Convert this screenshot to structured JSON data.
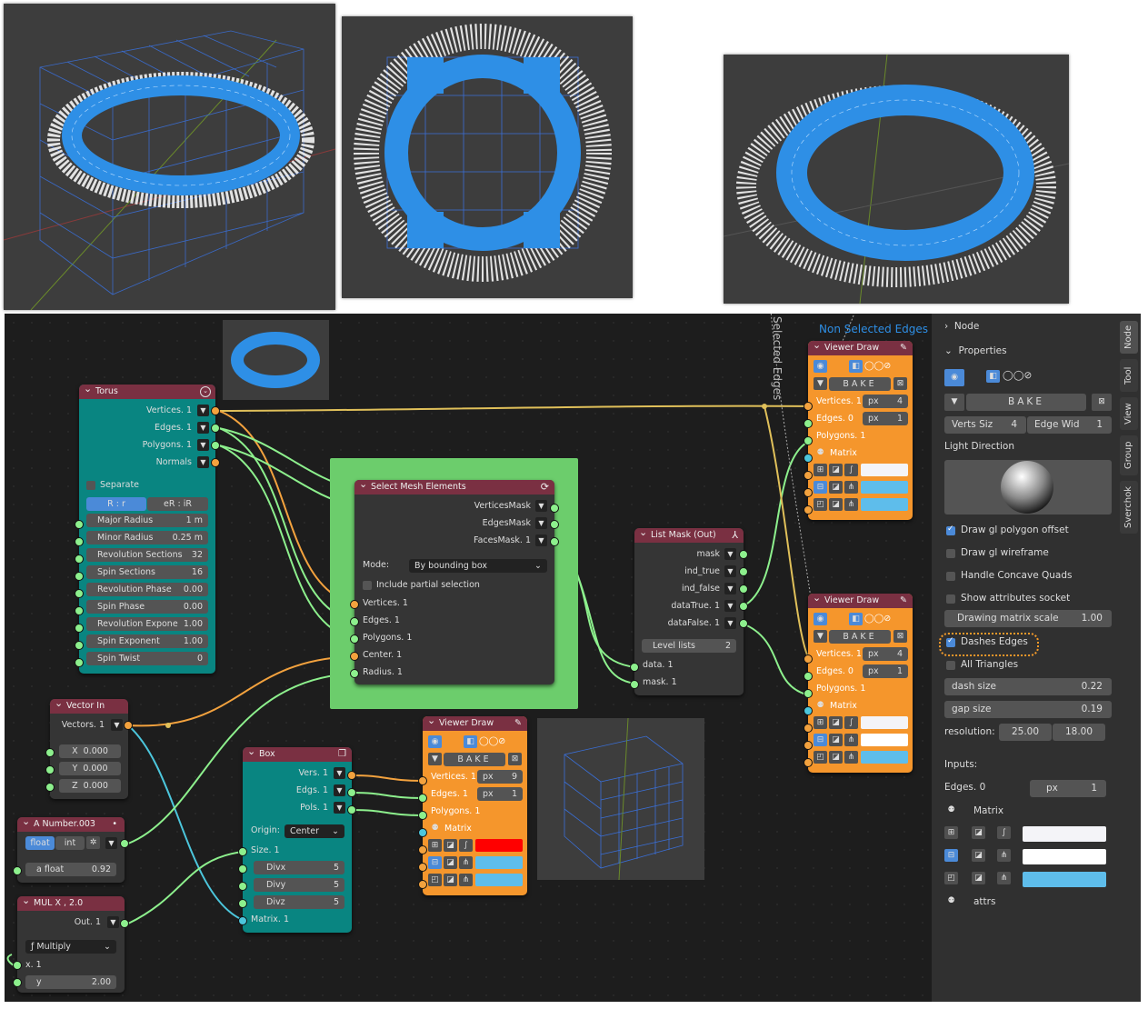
{
  "colors": {
    "node_teal": "#098581",
    "node_orange": "#f5962c",
    "node_dark": "#353535",
    "node_header": "#7a3042",
    "frame_green": "#6ccd6c",
    "mesh_blue": "#2e8fe6",
    "wire_green": "#8df08d",
    "wire_orange": "#f3a23e",
    "wire_yellow": "#e0c05a"
  },
  "annotations": {
    "non_selected": "Non Selected Edges",
    "selected": "Selected Edges"
  },
  "torus": {
    "title": "Torus",
    "outs": [
      "Vertices. 1",
      "Edges. 1",
      "Polygons. 1",
      "Normals"
    ],
    "separate": "Separate",
    "mode_r": "R : r",
    "mode_er": "eR : iR",
    "params": [
      {
        "l": "Major Radius",
        "v": "1 m"
      },
      {
        "l": "Minor Radius",
        "v": "0.25 m"
      },
      {
        "l": "Revolution Sections",
        "v": "32"
      },
      {
        "l": "Spin Sections",
        "v": "16"
      },
      {
        "l": "Revolution Phase",
        "v": "0.00"
      },
      {
        "l": "Spin Phase",
        "v": "0.00"
      },
      {
        "l": "Revolution Expone",
        "v": "1.00"
      },
      {
        "l": "Spin Exponent",
        "v": "1.00"
      },
      {
        "l": "Spin Twist",
        "v": "0"
      }
    ]
  },
  "select": {
    "title": "Select Mesh Elements",
    "outs": [
      "VerticesMask",
      "EdgesMask",
      "FacesMask. 1"
    ],
    "mode_label": "Mode:",
    "mode_value": "By bounding box",
    "partial": "Include partial selection",
    "ins": [
      "Vertices. 1",
      "Edges. 1",
      "Polygons. 1",
      "Center. 1",
      "Radius. 1"
    ]
  },
  "listmask": {
    "title": "List Mask (Out)",
    "outs": [
      "mask",
      "ind_true",
      "ind_false",
      "dataTrue. 1",
      "dataFalse. 1"
    ],
    "level_label": "Level lists",
    "level_value": "2",
    "ins": [
      "data. 1",
      "mask. 1"
    ]
  },
  "vectorin": {
    "title": "Vector In",
    "out": "Vectors. 1",
    "fields": [
      {
        "l": "X",
        "v": "0.000"
      },
      {
        "l": "Y",
        "v": "0.000"
      },
      {
        "l": "Z",
        "v": "0.000"
      }
    ]
  },
  "anumber": {
    "title": "A Number.003",
    "t_float": "float",
    "t_int": "int",
    "field_label": "a float",
    "field_value": "0.92"
  },
  "mul": {
    "title": "MUL X ,  2.0",
    "out": "Out. 1",
    "op": "Multiply",
    "in_x": "x. 1",
    "y_label": "y",
    "y_value": "2.00"
  },
  "box": {
    "title": "Box",
    "outs": [
      "Vers. 1",
      "Edgs. 1",
      "Pols. 1"
    ],
    "origin_label": "Origin:",
    "origin_value": "Center",
    "size": "Size. 1",
    "divs": [
      {
        "l": "Divx",
        "v": "5"
      },
      {
        "l": "Divy",
        "v": "5"
      },
      {
        "l": "Divz",
        "v": "5"
      }
    ],
    "matrix": "Matrix. 1"
  },
  "viewer_box": {
    "title": "Viewer Draw",
    "bake": "BAKE",
    "vert_label": "Vertices. 1",
    "vert_px": "px",
    "vert_val": "9",
    "edge_label": "Edges. 1",
    "edge_px": "px",
    "edge_val": "1",
    "poly_label": "Polygons. 1",
    "matrix": "Matrix"
  },
  "viewer_top": {
    "title": "Viewer Draw",
    "bake": "BAKE",
    "vert_label": "Vertices. 1",
    "vert_px": "px",
    "vert_val": "4",
    "edge_label": "Edges. 0",
    "edge_px": "px",
    "edge_val": "1",
    "poly_label": "Polygons. 1",
    "matrix": "Matrix"
  },
  "viewer_bot": {
    "title": "Viewer Draw",
    "bake": "BAKE",
    "vert_label": "Vertices. 1",
    "vert_px": "px",
    "vert_val": "4",
    "edge_label": "Edges. 0",
    "edge_px": "px",
    "edge_val": "1",
    "poly_label": "Polygons. 1",
    "matrix": "Matrix"
  },
  "panel": {
    "node": "Node",
    "properties": "Properties",
    "bake": "BAKE",
    "verts_label": "Verts Siz",
    "verts_val": "4",
    "edge_label": "Edge Wid",
    "edge_val": "1",
    "light": "Light Direction",
    "opts": [
      "Draw gl polygon offset",
      "Draw gl wireframe",
      "Handle Concave Quads",
      "Show attributes socket"
    ],
    "matrix_scale_label": "Drawing matrix scale",
    "matrix_scale_val": "1.00",
    "dashes": "Dashes Edges",
    "all_tri": "All Triangles",
    "dash_label": "dash size",
    "dash_val": "0.22",
    "gap_label": "gap size",
    "gap_val": "0.19",
    "res_label": "resolution:",
    "res_a": "25.00",
    "res_b": "18.00",
    "inputs": "Inputs:",
    "edges_label": "Edges. 0",
    "edges_px": "px",
    "edges_val": "1",
    "matrix": "Matrix",
    "attrs": "attrs"
  },
  "tabs": [
    "Node",
    "Tool",
    "View",
    "Group",
    "Sverchok"
  ]
}
